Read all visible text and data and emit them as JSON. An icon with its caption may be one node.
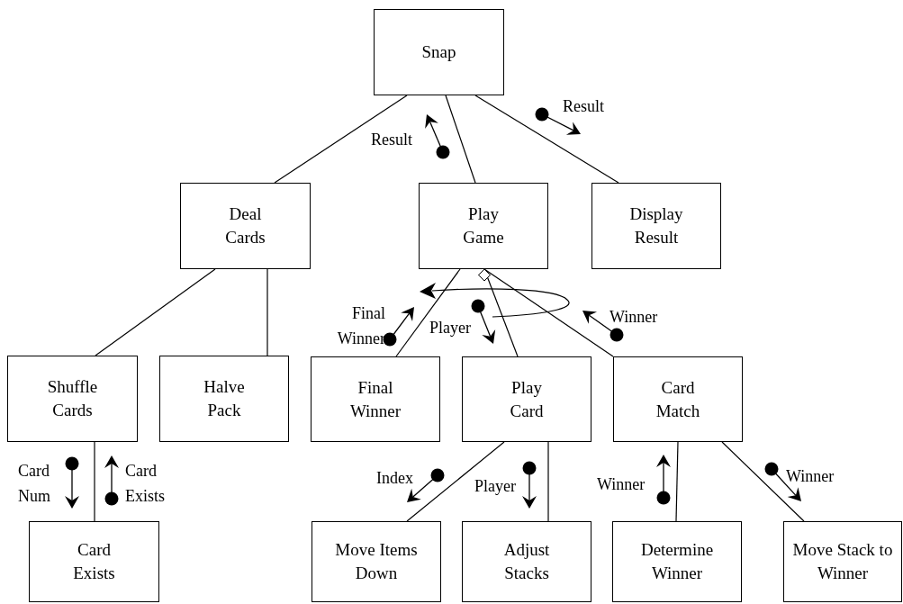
{
  "diagram": {
    "nodes": [
      {
        "text": [
          "Snap"
        ]
      },
      {
        "text": [
          "Deal Cards"
        ]
      },
      {
        "text": [
          "Play Game"
        ]
      },
      {
        "text": [
          "Display Result"
        ]
      },
      {
        "text": [
          "Shuffle Cards"
        ]
      },
      {
        "text": [
          "Halve Pack"
        ]
      },
      {
        "text": [
          "Final Winner"
        ]
      },
      {
        "text": [
          "Play Card"
        ]
      },
      {
        "text": [
          "Card Match"
        ]
      },
      {
        "text": [
          "Card Exists"
        ]
      },
      {
        "text": [
          "Move Items Down"
        ]
      },
      {
        "text": [
          "Adjust Stacks"
        ]
      },
      {
        "text": [
          "Determine Winner"
        ]
      },
      {
        "text": [
          "Move Stack to Winner"
        ]
      }
    ],
    "edges": [
      {
        "from": 0,
        "to": 1,
        "arrow": "none"
      },
      {
        "from": 0,
        "to": 2,
        "arrow": "none"
      },
      {
        "from": 0,
        "to": 3,
        "arrow": "none"
      },
      {
        "from": 1,
        "to": 4,
        "arrow": "none"
      },
      {
        "from": 1,
        "to": 5,
        "arrow": "none"
      },
      {
        "from": 2,
        "to": 6,
        "arrow": "none"
      },
      {
        "from": 2,
        "to": 7,
        "arrow": "other"
      },
      {
        "from": 2,
        "to": 8,
        "arrow": "other"
      },
      {
        "from": 4,
        "to": 9,
        "arrow": "none"
      },
      {
        "from": 7,
        "to": 10,
        "arrow": "none"
      },
      {
        "from": 7,
        "to": 11,
        "arrow": "none"
      },
      {
        "from": 8,
        "to": 12,
        "arrow": "none"
      },
      {
        "from": 8,
        "to": 13,
        "arrow": "none"
      }
    ],
    "labels": [
      "Result",
      "Result",
      "Final Winner",
      "Player",
      "Winner",
      "Card Num",
      "Card Exists",
      "Index",
      "Player",
      "Winner",
      "Winner"
    ]
  }
}
